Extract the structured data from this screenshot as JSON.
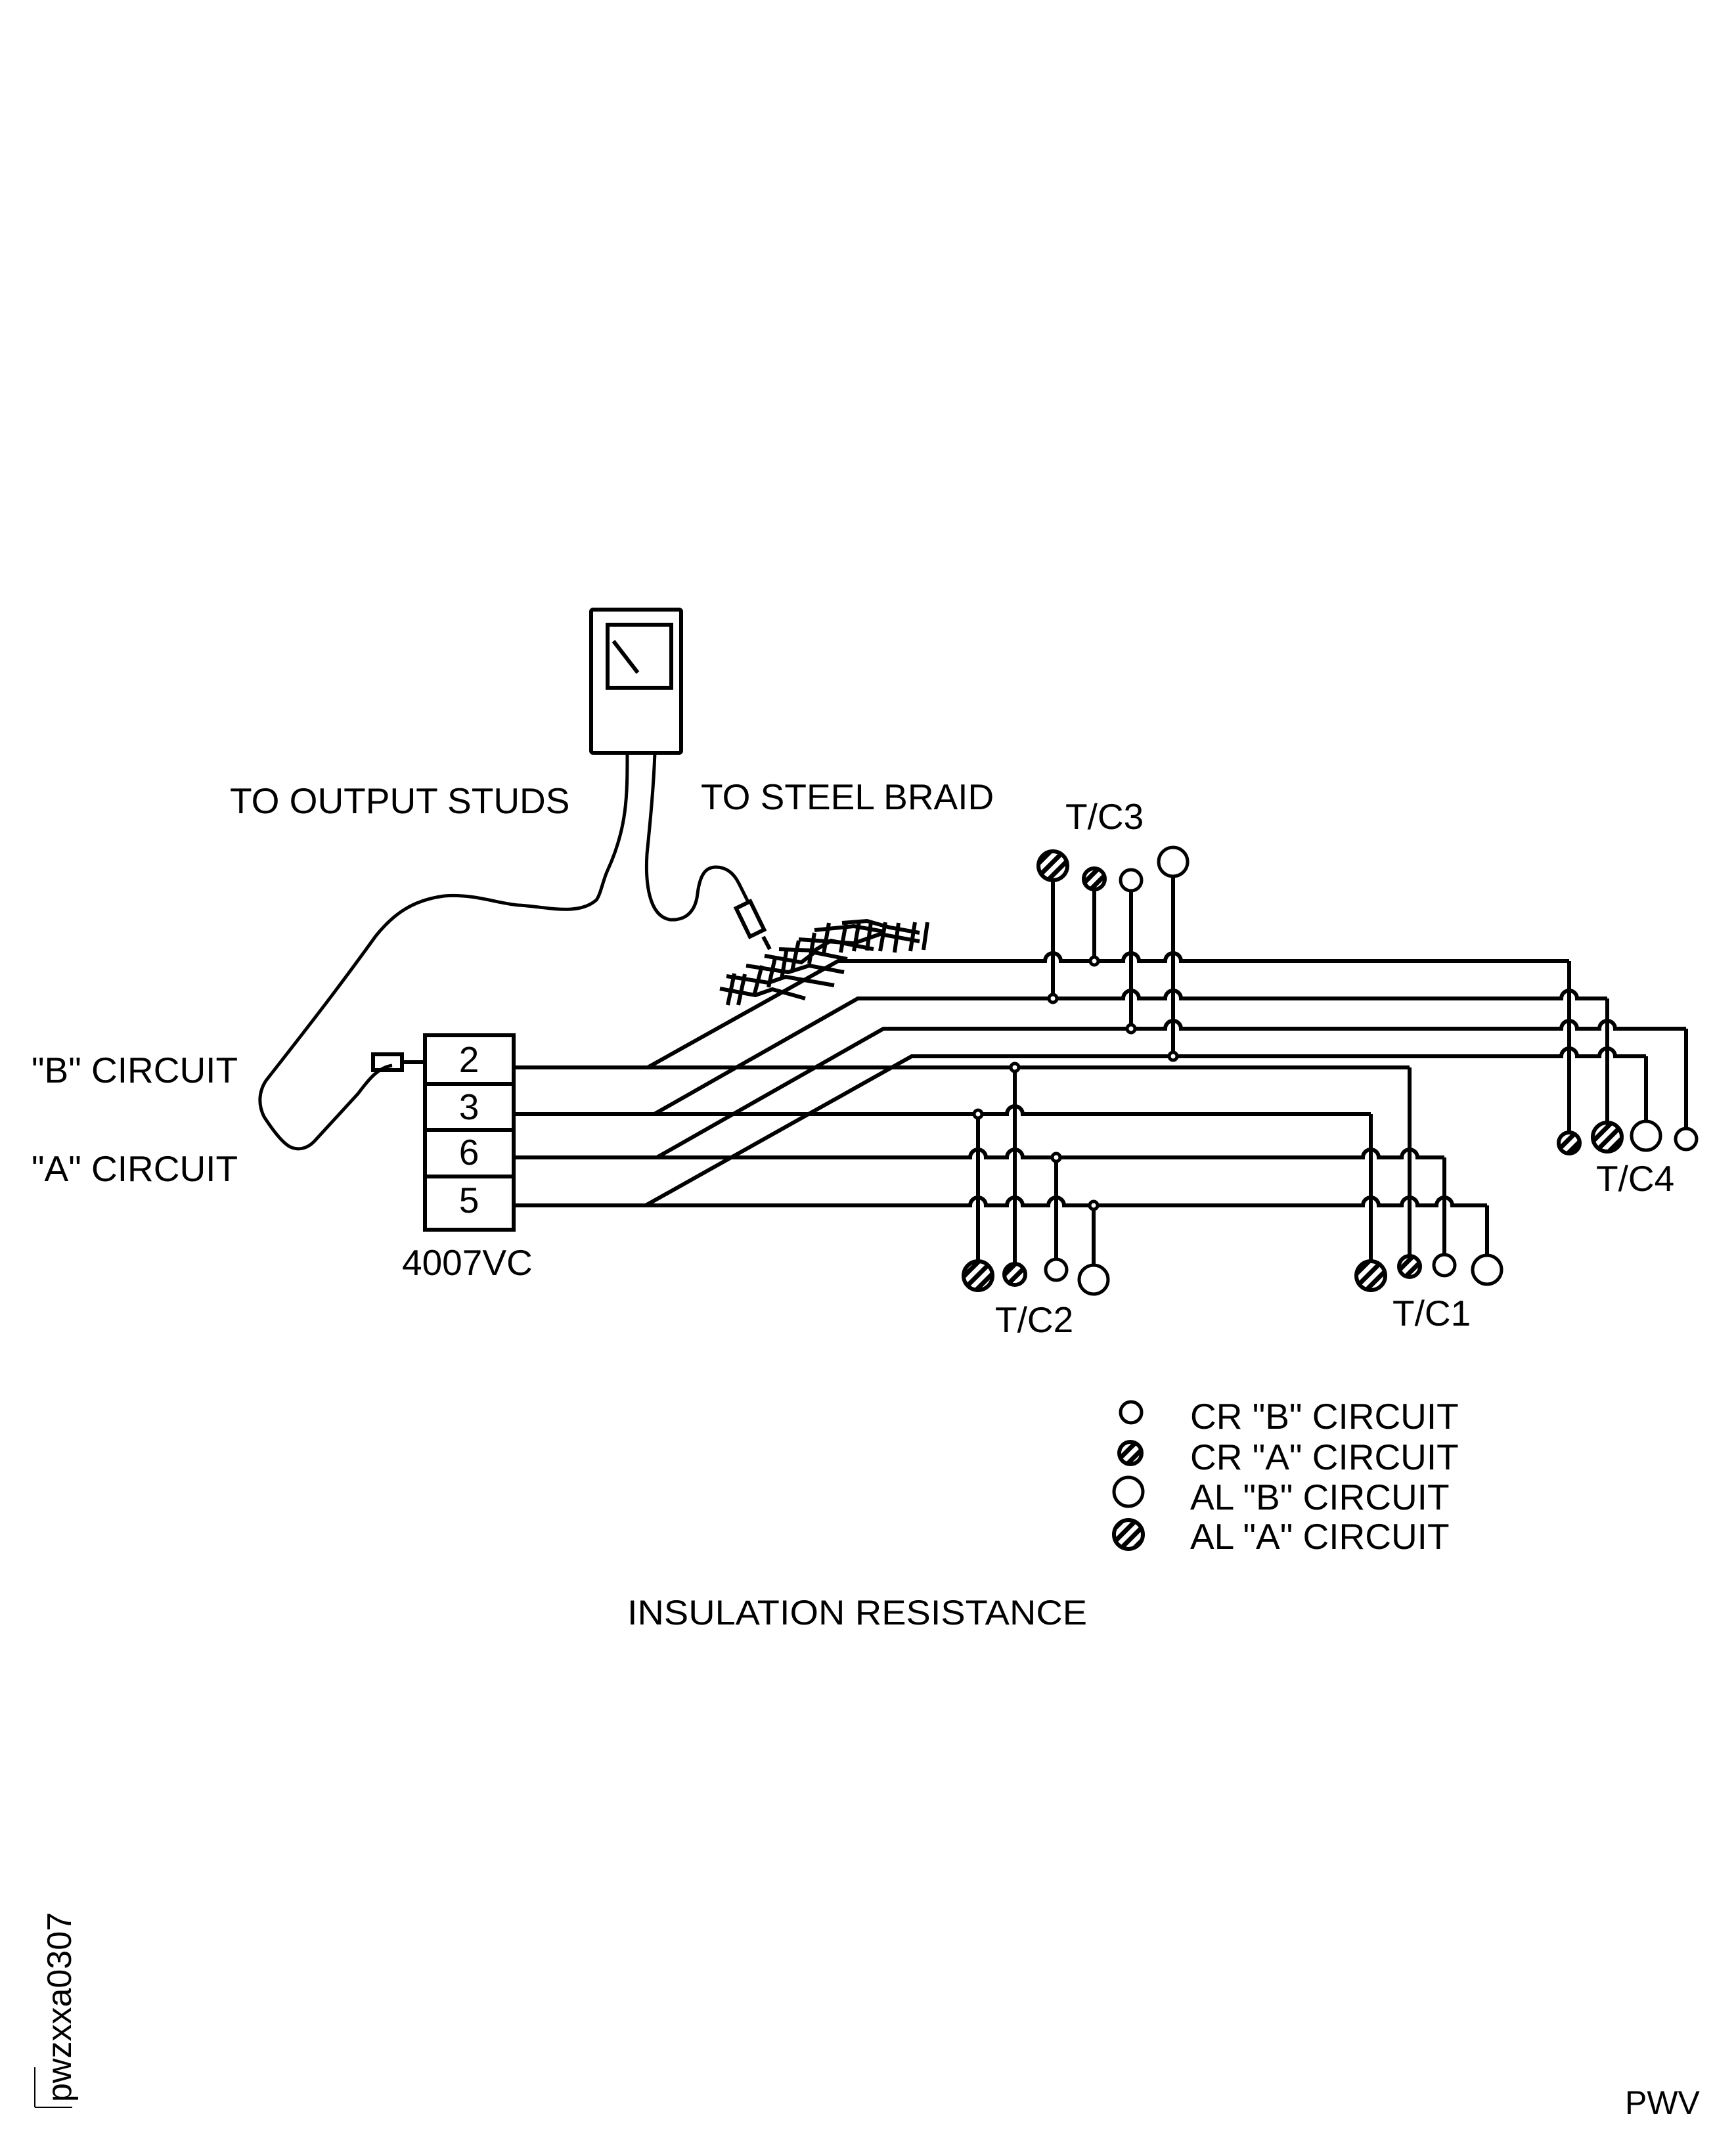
{
  "colors": {
    "ink": "#000000",
    "background": "#ffffff"
  },
  "labels": {
    "to_output_studs": "TO OUTPUT STUDS",
    "to_steel_braid": "TO STEEL BRAID",
    "b_circuit": "\"B\" CIRCUIT",
    "a_circuit": "\"A\" CIRCUIT",
    "connector_name": "4007VC",
    "title": "INSULATION RESISTANCE",
    "figure_id": "pwzxxa0307",
    "footer_code": "PWV"
  },
  "terminal_block": {
    "pins": [
      "2",
      "3",
      "6",
      "5"
    ]
  },
  "thermocouples": [
    {
      "id": "T/C3",
      "label": "T/C3",
      "probes": [
        "AL \"A\"",
        "CR \"A\"",
        "CR \"B\"",
        "AL \"B\""
      ]
    },
    {
      "id": "T/C4",
      "label": "T/C4",
      "probes": [
        "CR \"A\"",
        "AL \"A\"",
        "AL \"B\"",
        "CR \"B\""
      ]
    },
    {
      "id": "T/C2",
      "label": "T/C2",
      "probes": [
        "AL \"A\"",
        "CR \"A\"",
        "CR \"B\"",
        "AL \"B\""
      ]
    },
    {
      "id": "T/C1",
      "label": "T/C1",
      "probes": [
        "AL \"A\"",
        "CR \"A\"",
        "CR \"B\"",
        "AL \"B\""
      ]
    }
  ],
  "legend": [
    {
      "symbol": "small-open-circle",
      "label": "CR \"B\" CIRCUIT"
    },
    {
      "symbol": "small-hatched-circle",
      "label": "CR \"A\" CIRCUIT"
    },
    {
      "symbol": "large-open-circle",
      "label": "AL \"B\" CIRCUIT"
    },
    {
      "symbol": "large-hatched-circle",
      "label": "AL \"A\" CIRCUIT"
    }
  ]
}
